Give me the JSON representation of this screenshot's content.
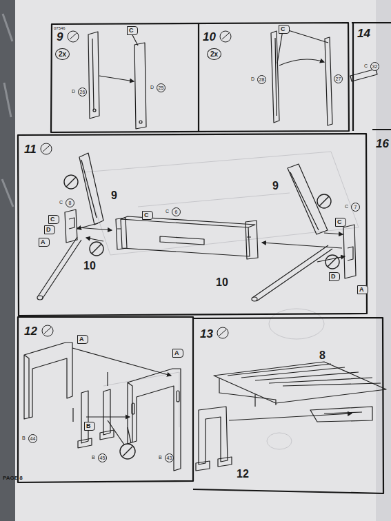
{
  "diagram": {
    "labels": [
      "07546",
      "9",
      "2x",
      "C",
      "D",
      "26",
      "D",
      "25",
      "10",
      "2x",
      "C",
      "D",
      "28",
      "27",
      "14",
      "C",
      "32",
      "16",
      "11",
      "C",
      "8",
      "9",
      "C",
      "D",
      "A",
      "10",
      "C",
      "C",
      "6",
      "9",
      "C",
      "C",
      "7",
      "D",
      "A",
      "10",
      "12",
      "A",
      "A",
      "B",
      "B",
      "44",
      "B",
      "45",
      "B",
      "43",
      "13",
      "8",
      "12",
      "PAGE 8"
    ]
  }
}
